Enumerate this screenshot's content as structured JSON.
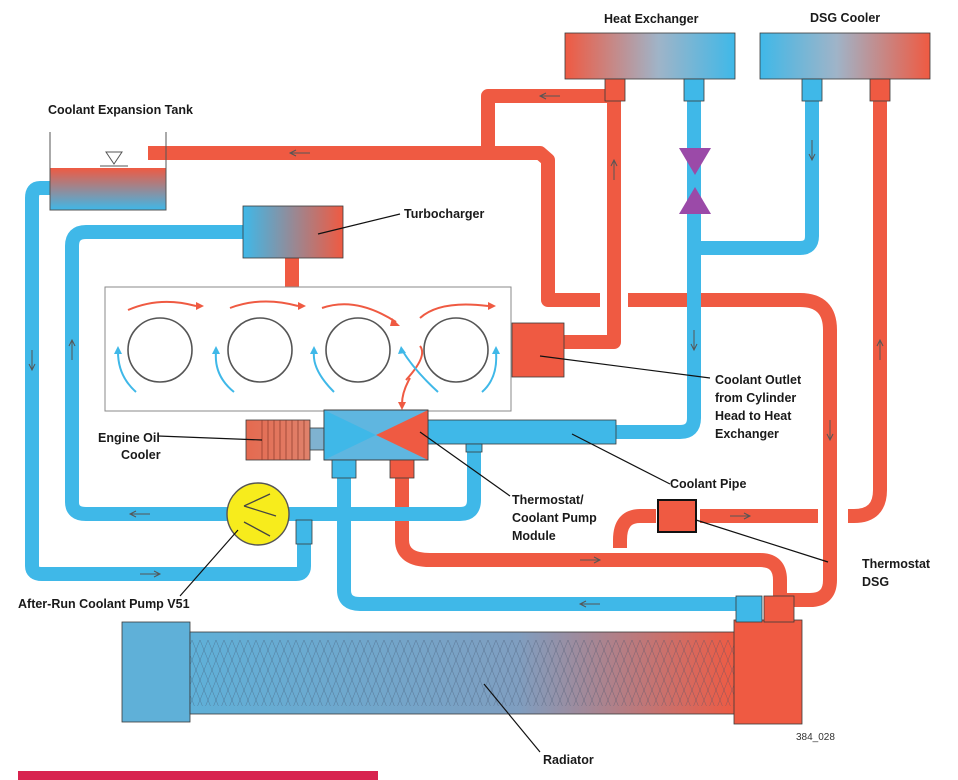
{
  "colors": {
    "hot": "#ef5a42",
    "cold": "#3fb8e8",
    "valve": "#9b4aa8",
    "pump": "#f7ec1c",
    "footer_bar": "#d8234f"
  },
  "labels": {
    "heat_exchanger": "Heat Exchanger",
    "dsg_cooler": "DSG Cooler",
    "expansion_tank": "Coolant Expansion Tank",
    "turbocharger": "Turbocharger",
    "engine_oil_cooler_1": "Engine Oil",
    "engine_oil_cooler_2": "Cooler",
    "coolant_outlet_1": "Coolant Outlet",
    "coolant_outlet_2": "from Cylinder",
    "coolant_outlet_3": "Head to Heat",
    "coolant_outlet_4": "Exchanger",
    "coolant_pipe": "Coolant Pipe",
    "thermostat_module_1": "Thermostat/",
    "thermostat_module_2": "Coolant Pump",
    "thermostat_module_3": "Module",
    "thermostat_dsg_1": "Thermostat",
    "thermostat_dsg_2": "DSG",
    "after_run_pump": "After-Run Coolant Pump V51",
    "radiator": "Radiator",
    "figure_code": "384_028"
  }
}
